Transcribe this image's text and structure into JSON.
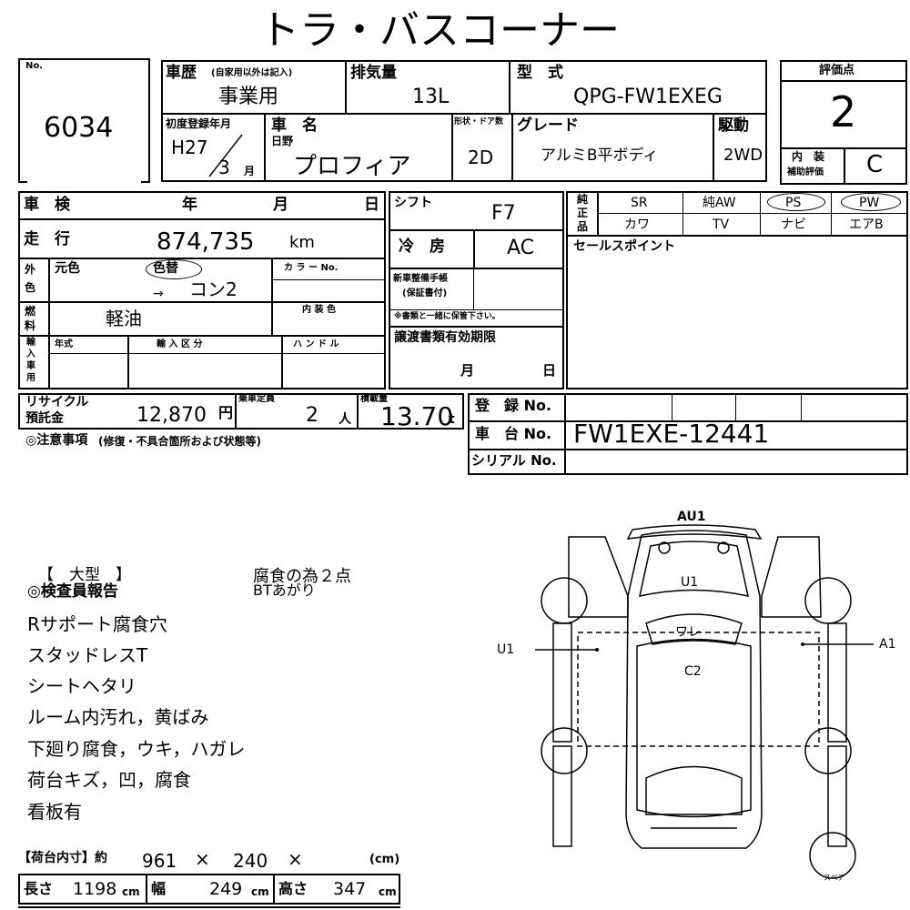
{
  "title": "トラ・バスコーナー",
  "lot": {
    "label": "No.",
    "number": "6034"
  },
  "history": {
    "label": "車歴",
    "note": "(自家用以外は記入)",
    "value": "事業用"
  },
  "displacement": {
    "label": "排気量",
    "value": "13L"
  },
  "model": {
    "label": "型　式",
    "value": "QPG-FW1EXEG"
  },
  "first_registration": {
    "label": "初度登録年月",
    "era_year": "H27",
    "month": "3",
    "month_unit": "月"
  },
  "car_name": {
    "label": "車　名",
    "maker": "日野",
    "value": "プロフィア"
  },
  "shape_doors": {
    "label": "形状・ドア数",
    "value": "2D"
  },
  "grade": {
    "label": "グレード",
    "value": "アルミB平ボディ"
  },
  "drive": {
    "label": "駆動",
    "value": "2WD"
  },
  "rating": {
    "label": "評価点",
    "value": "2",
    "interior_label_1": "内　装",
    "interior_label_2": "補助評価",
    "interior_value": "C"
  },
  "inspection": {
    "label": "車　検",
    "year": "年",
    "month": "月",
    "day": "日"
  },
  "mileage": {
    "label": "走　行",
    "value": "874,735",
    "unit": "km"
  },
  "color": {
    "label_1": "外",
    "label_2": "色",
    "original_label": "元色",
    "repaint_label": "色替",
    "arrow": "→",
    "value": "コン2",
    "color_no_label": "カ ラ ー No.",
    "interior_color_label": "内 装 色"
  },
  "fuel": {
    "label_1": "燃",
    "label_2": "料",
    "value": "軽油"
  },
  "import": {
    "label_1": "輸",
    "label_2": "入",
    "label_3": "車",
    "label_4": "用",
    "year_label": "年式",
    "division_label": "輸 入 区 分",
    "handle_label": "ハ ン ド ル"
  },
  "shift": {
    "label": "シフト",
    "value": "F7"
  },
  "ac": {
    "label": "冷　房",
    "value": "AC"
  },
  "manual": {
    "label_1": "新車整備手帳",
    "label_2": "(保証書付)",
    "note": "※書類と一緒に保管下さい。"
  },
  "transfer": {
    "label": "譲渡書類有効期限",
    "month": "月",
    "day": "日"
  },
  "equipment": {
    "label_1": "純",
    "label_2": "正",
    "label_3": "品",
    "row1": [
      "SR",
      "純AW",
      "PS",
      "PW"
    ],
    "row2": [
      "カワ",
      "TV",
      "ナビ",
      "エアB"
    ]
  },
  "sales_point": {
    "label": "セールスポイント"
  },
  "recycle": {
    "label_1": "リサイクル",
    "label_2": "預託金",
    "value": "12,870",
    "unit": "円"
  },
  "capacity": {
    "label": "乗車定員",
    "value": "2",
    "unit": "人"
  },
  "load": {
    "label": "積載量",
    "value": "13.70",
    "unit": "t"
  },
  "registration_no": {
    "label": "登　録 No."
  },
  "chassis_no": {
    "label": "車　台 No.",
    "value": "FW1EXE-12441"
  },
  "serial_no": {
    "label": "シリアル No."
  },
  "caution": {
    "label": "◎注意事項",
    "note": "(修復・不具合箇所および状態等)"
  },
  "report": {
    "size_label": "【　大型　】",
    "heading": "◎検査員報告",
    "side_note_1": "腐食の為２点",
    "side_note_2": "BTあがり",
    "lines": [
      "Rサポート腐食穴",
      "スタッドレスT",
      "シートヘタリ",
      "ルーム内汚れ，黄ばみ",
      "下廻り腐食，ウキ，ハガレ",
      "荷台キズ，凹，腐食",
      "看板有"
    ]
  },
  "cargo": {
    "label": "【荷台内寸】約",
    "length_val": "961",
    "times_1": "×",
    "width_val": "240",
    "times_2": "×",
    "unit": "(cm)",
    "dims_length_label": "長さ",
    "dims_length": "1198",
    "dims_width_label": "幅",
    "dims_width": "249",
    "dims_height_label": "高さ",
    "dims_height": "347",
    "cm": "cm"
  },
  "diagram": {
    "au1": "AU1",
    "u1_top": "U1",
    "u1_left": "U1",
    "a1_right": "A1",
    "crack": "ワレ",
    "c2": "C2",
    "spare": "スペア"
  }
}
